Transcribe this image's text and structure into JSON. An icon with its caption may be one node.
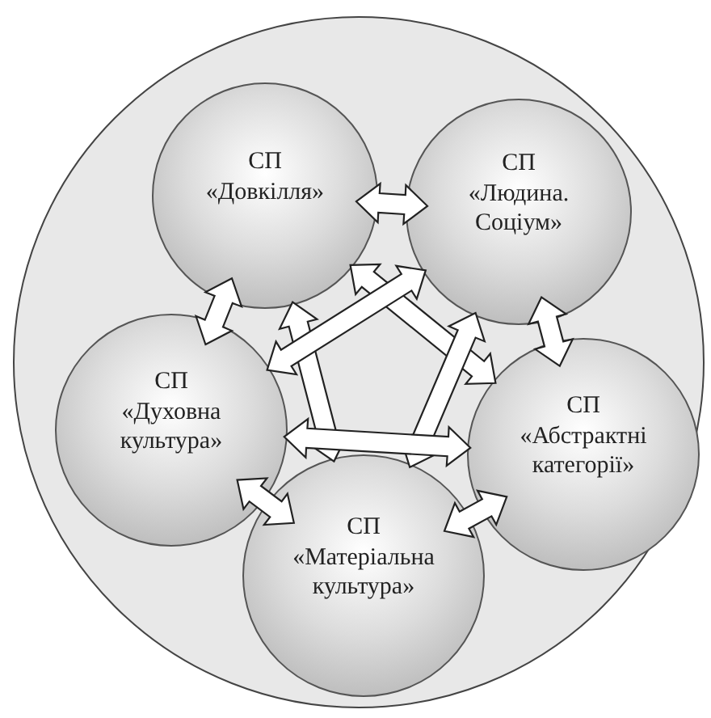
{
  "diagram": {
    "nodes": [
      {
        "text": [],
        "shape": "circle"
      },
      {
        "text": [
          "СП",
          "«Довкілля»"
        ],
        "in": 0
      },
      {
        "text": [
          "СП",
          "«Людина. Соціум»"
        ],
        "in": 0
      },
      {
        "text": [
          "СП",
          "«Духовна культура»"
        ],
        "in": 0
      },
      {
        "text": [
          "СП",
          "«Абстрактні категорії»"
        ],
        "in": 0
      },
      {
        "text": [
          "СП",
          "«Матеріальна культура»"
        ],
        "in": 0
      }
    ],
    "edges": [
      {
        "from": 1,
        "to": 2,
        "arrow": "both"
      },
      {
        "from": 1,
        "to": 3,
        "arrow": "both"
      },
      {
        "from": 2,
        "to": 4,
        "arrow": "both"
      },
      {
        "from": 3,
        "to": 5,
        "arrow": "both"
      },
      {
        "from": 4,
        "to": 5,
        "arrow": "both"
      },
      {
        "from": 1,
        "to": 5,
        "arrow": "both"
      },
      {
        "from": 1,
        "to": 4,
        "arrow": "both"
      },
      {
        "from": 2,
        "to": 3,
        "arrow": "both"
      },
      {
        "from": 2,
        "to": 5,
        "arrow": "both"
      },
      {
        "from": 3,
        "to": 4,
        "arrow": "both"
      }
    ]
  }
}
